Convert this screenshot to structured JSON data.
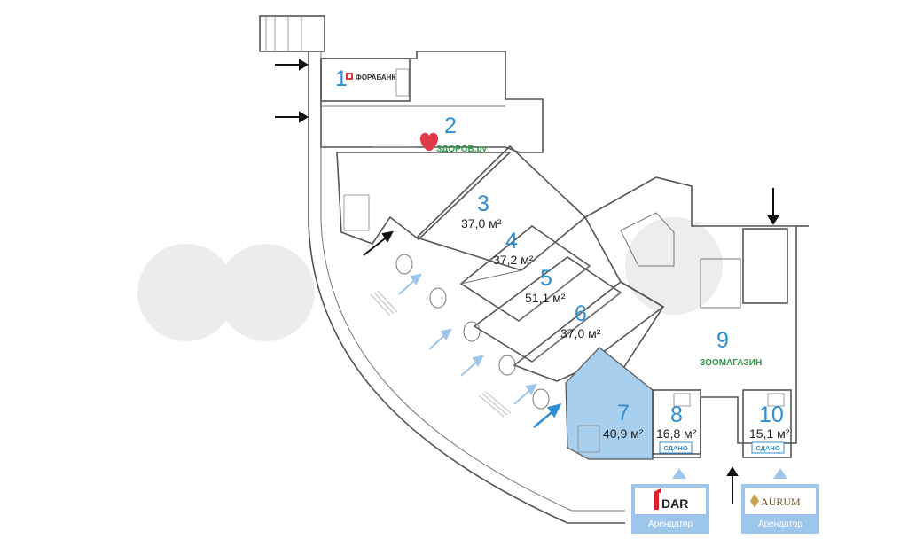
{
  "units": [
    {
      "number": "1",
      "area": "",
      "brand": "ФОРАБАНК"
    },
    {
      "number": "2",
      "area": "",
      "brand": "ЗДОРОВ.ру"
    },
    {
      "number": "3",
      "area": "37,0 м²"
    },
    {
      "number": "4",
      "area": "37,2 м²"
    },
    {
      "number": "5",
      "area": "51,1 м²"
    },
    {
      "number": "6",
      "area": "37,0 м²"
    },
    {
      "number": "7",
      "area": "40,9 м²"
    },
    {
      "number": "8",
      "area": "16,8 м²",
      "status": "СДАНО"
    },
    {
      "number": "9",
      "area": "",
      "brand": "ЗООМАГАЗИН"
    },
    {
      "number": "10",
      "area": "15,1 м²",
      "status": "СДАНО"
    }
  ],
  "tenants": [
    {
      "logo": "DAR",
      "label": "Арендатор"
    },
    {
      "logo": "AURUM",
      "label": "Арендатор"
    }
  ],
  "colors": {
    "unit_number": "#2f8fd1",
    "highlight_fill": "#a9cfee",
    "brand_green": "#2e9a48",
    "tenant_badge": "#9ec6ea",
    "wall": "#555555",
    "floor": "#f2f2f2"
  }
}
